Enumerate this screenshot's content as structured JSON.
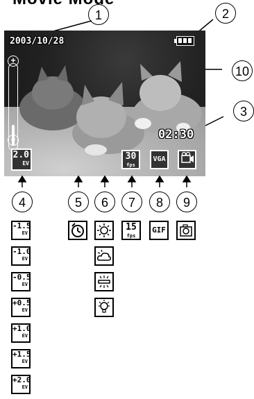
{
  "title": "Movie Mode",
  "callouts": [
    "1",
    "2",
    "3",
    "4",
    "5",
    "6",
    "7",
    "8",
    "9",
    "10"
  ],
  "screen": {
    "date": "2003/10/28",
    "time": "02:30",
    "ev": "2.0",
    "ev_unit": "EV",
    "fps": "30",
    "fps_unit": "fps",
    "resolution": "VGA"
  },
  "ev_options": [
    "-1.5",
    "-1.0",
    "-0.5",
    "+0.5",
    "+1.0",
    "+1.5",
    "+2.0"
  ],
  "ev_unit": "EV",
  "fps_options": [
    {
      "value": "15",
      "unit": "fps"
    }
  ],
  "resolution_options": [
    "GIF"
  ],
  "icons": {
    "battery": "battery-full-icon",
    "self_timer": "self-timer-icon",
    "white_balance": [
      "sun-icon",
      "cloudy-icon",
      "fluorescent-icon",
      "bulb-icon"
    ],
    "movie": "movie-camera-icon",
    "still": "still-camera-icon"
  }
}
